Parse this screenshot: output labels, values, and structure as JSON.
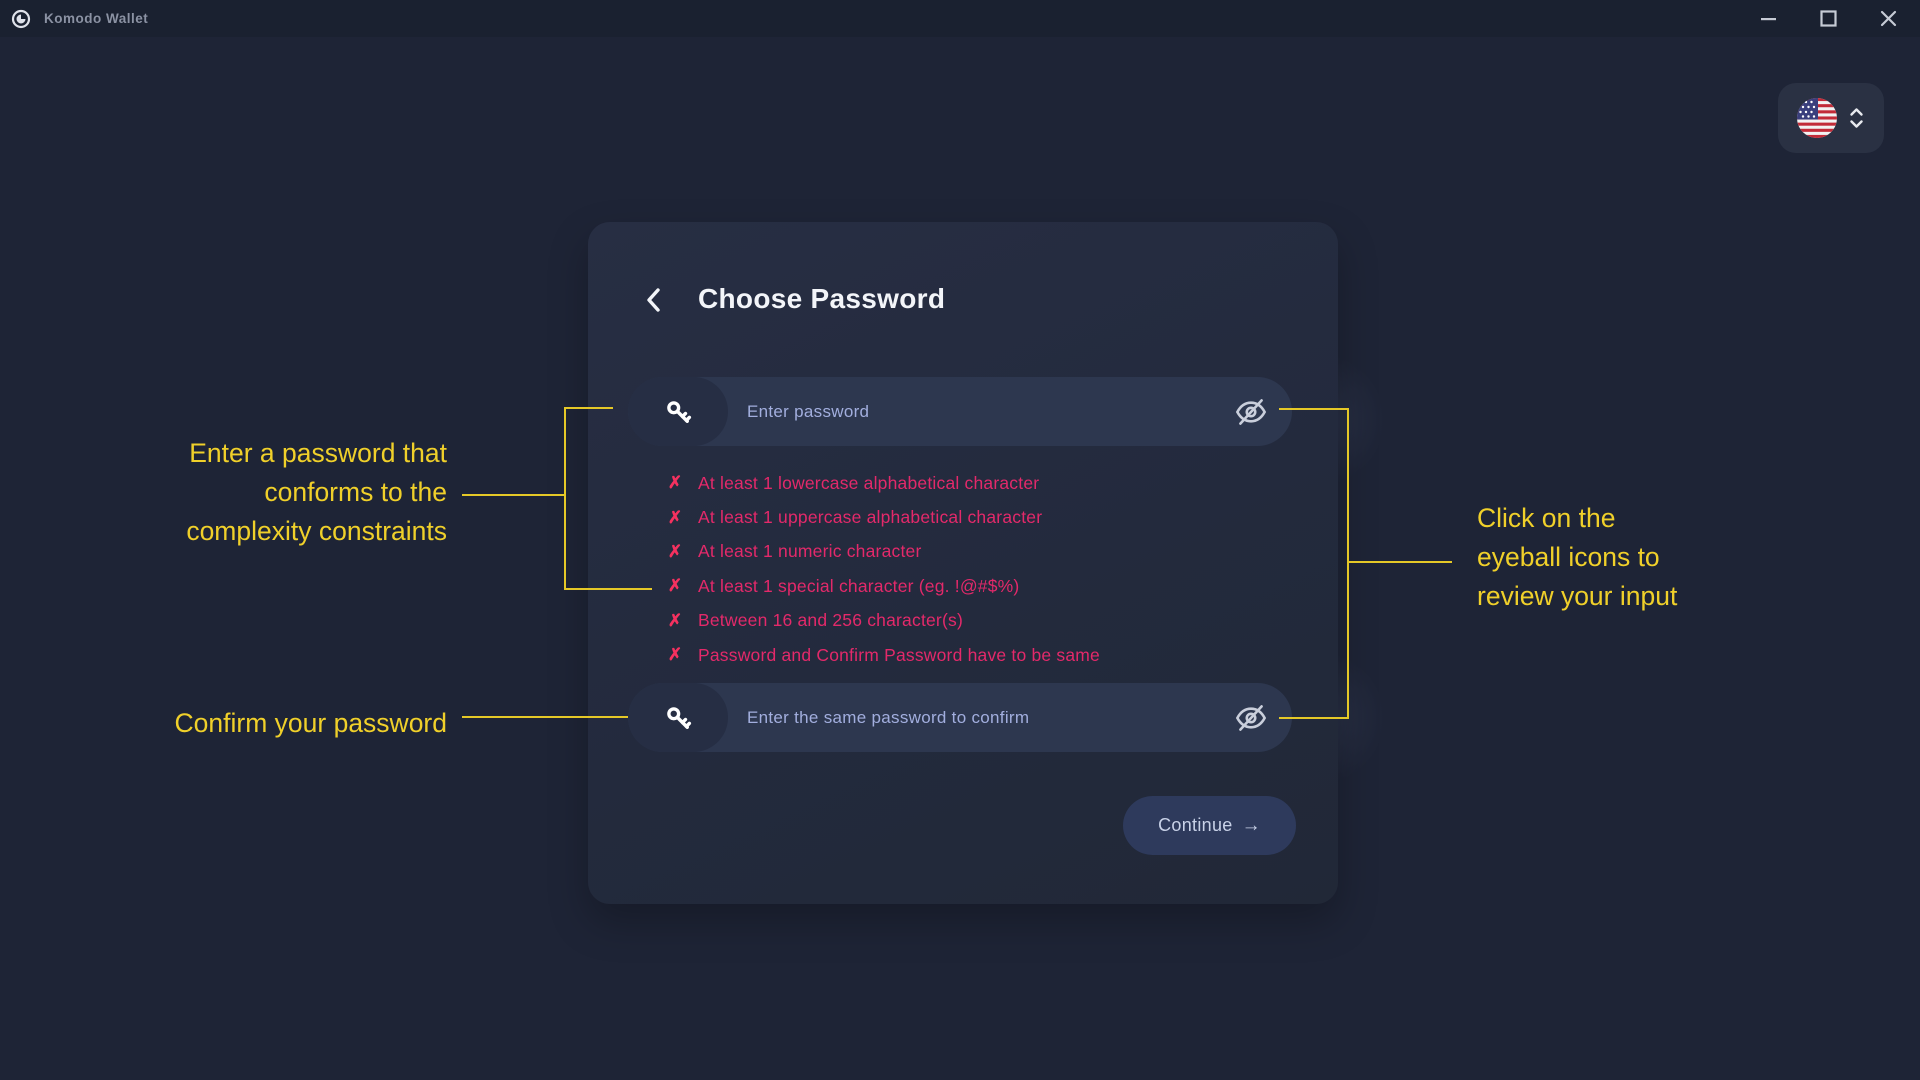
{
  "titlebar": {
    "app_title": "Komodo Wallet"
  },
  "window_controls": {
    "minimize": "minimize-icon",
    "maximize": "maximize-icon",
    "close": "close-icon"
  },
  "language_selector": {
    "flag": "us-flag-icon",
    "chevron": "updown-chevron-icon"
  },
  "dialog": {
    "title": "Choose Password",
    "back_icon": "chevron-left-icon",
    "password_placeholder": "Enter password",
    "confirm_placeholder": "Enter the same password to confirm",
    "field_icon": "key-icon",
    "toggle_icon": "eye-off-icon",
    "validation": {
      "x_mark": "✗",
      "items": [
        "At least 1 lowercase alphabetical character",
        "At least 1 uppercase alphabetical character",
        "At least 1 numeric character",
        "At least 1 special character (eg. !@#$%)",
        "Between 16 and 256 character(s)",
        "Password and Confirm Password have to be same"
      ]
    },
    "continue_label": "Continue",
    "continue_arrow": "→"
  },
  "annotations": {
    "password_note": [
      "Enter a password that",
      "conforms to the",
      "complexity constraints"
    ],
    "confirm_note": "Confirm your password",
    "eyeball_note": [
      "Click on the",
      "eyeball icons to",
      "review your input"
    ]
  },
  "colors": {
    "background": "#1e2436",
    "titlebar": "#1a2130",
    "card": "#232a3d",
    "field": "#2d374f",
    "accent_yellow": "#f0d02a",
    "error_pink": "#e3296a"
  }
}
